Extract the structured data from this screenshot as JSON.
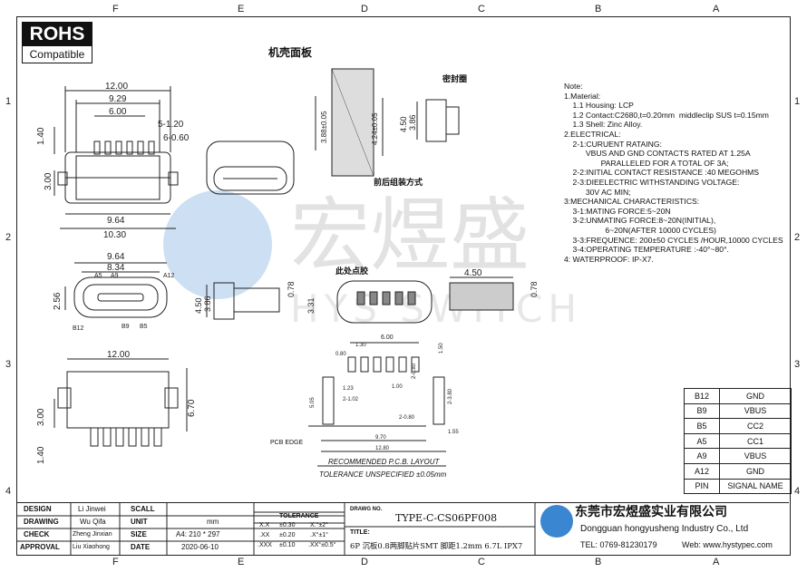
{
  "zones_top": [
    "F",
    "E",
    "D",
    "C",
    "B",
    "A"
  ],
  "zones_side": [
    "1",
    "2",
    "3",
    "4"
  ],
  "rohs": {
    "title": "ROHS",
    "sub": "Compatible"
  },
  "watermark": {
    "cn": "宏煜盛",
    "en": "HYS SWITCH"
  },
  "labels": {
    "panel": "机壳面板",
    "seal": "密封圈",
    "assembly": "前后组装方式",
    "glue": "此处点胶",
    "pcb_edge": "PCB EDGE",
    "recommended": "RECOMMENDED  P.C.B. LAYOUT",
    "tolerance_note": "TOLERANCE  UNSPECIFIED  ±0.05mm"
  },
  "dims": {
    "d12": "12.00",
    "d929": "9.29",
    "d600": "6.00",
    "d120": "5-1.20",
    "d060": "6-0.60",
    "d140": "1.40",
    "d300": "3.00",
    "d964": "9.64",
    "d1030": "10.30",
    "d834": "8.34",
    "d256": "2.56",
    "d388": "3.88±0.05",
    "d424": "4.24±0.05",
    "d450": "4.50",
    "d386": "3.86",
    "d078": "0.78",
    "d331": "3.31",
    "d670": "6.70",
    "d080": "0.80",
    "d130": "1.30",
    "d150": "1.50",
    "d100": "1.00",
    "d123": "1.23",
    "d102": "2-1.02",
    "d505": "5.05",
    "d080b": "2-0.80",
    "d380": "2-3.80",
    "d080c": "2-0.80",
    "d155": "1.55",
    "d970": "9.70",
    "d1280": "12.80"
  },
  "pin_labels": {
    "a5": "A5",
    "a9": "A9",
    "a12": "A12",
    "b12": "B12",
    "b9": "B9",
    "b5": "B5"
  },
  "notes": "Note:\n1.Material:\n    1.1 Housing: LCP\n    1.2 Contact:C2680,t=0.20mm  middleclip SUS t=0.15mm\n    1.3 Shell: Zinc Alloy.\n2.ELECTRICAL:\n    2-1:CURUENT RATAING:\n          VBUS AND GND CONTACTS RATED AT 1.25A\n                 PARALLELED FOR A TOTAL OF 3A;\n    2-2:INITIAL CONTACT RESISTANCE :40 MEGOHMS\n    2-3:DIEELECTRIC WITHSTANDING VOLTAGE:\n          30V AC MIN;\n3:MECHANICAL CHARACTERISTICS:\n    3-1:MATING FORCE:5~20N\n    3-2:UNMATING FORCE:8~20N(INITIAL),\n                   6~20N(AFTER 10000 CYCLES)\n    3-3:FREQUENCE: 200±50 CYCLES /HOUR,10000 CYCLES\n    3-4:OPERATING TEMPERATURE :-40°~80°.\n4: WATERPROOF: IP-X7.",
  "pin_table": {
    "rows": [
      [
        "B12",
        "GND"
      ],
      [
        "B9",
        "VBUS"
      ],
      [
        "B5",
        "CC2"
      ],
      [
        "A5",
        "CC1"
      ],
      [
        "A9",
        "VBUS"
      ],
      [
        "A12",
        "GND"
      ]
    ],
    "header": [
      "PIN",
      "SIGNAL NAME"
    ]
  },
  "title_block": {
    "design": "DESIGN",
    "design_v": "Li Jinwei",
    "scale": "SCALL",
    "drawing": "DRAWING",
    "drawing_v": "Wu Qifa",
    "unit": "UNIT",
    "unit_v": "mm",
    "check": "CHECK",
    "check_v": "Zheng Jinxian",
    "size": "SIZE",
    "size_v": "A4: 210 * 297",
    "approval": "APPROVAL",
    "approval_v": "Liu Xiaohong",
    "date": "DATE",
    "date_v": "2020-06-10",
    "tolerance": "TOLERANCE",
    "tol_rows": [
      [
        "X.X",
        "±0.30",
        "X.°±2°"
      ],
      [
        ".XX",
        "±0.20",
        ".X°±1°"
      ],
      [
        ".XXX",
        "±0.10",
        ".XX°±0.5°"
      ]
    ],
    "drawg_no": "DRAWG NO.",
    "drawg_no_v": "TYPE-C-CS06PF008",
    "title": "TITLE:",
    "title_v": "6P 沉板0.8两脚贴片SMT 脚距1.2mm 6.7L IPX7",
    "company_cn": "东莞市宏煜盛实业有限公司",
    "company_en": "Dongguan hongyusheng Industry Co., Ltd",
    "tel": "TEL: 0769-81230179",
    "web": "Web: www.hystypec.com"
  }
}
